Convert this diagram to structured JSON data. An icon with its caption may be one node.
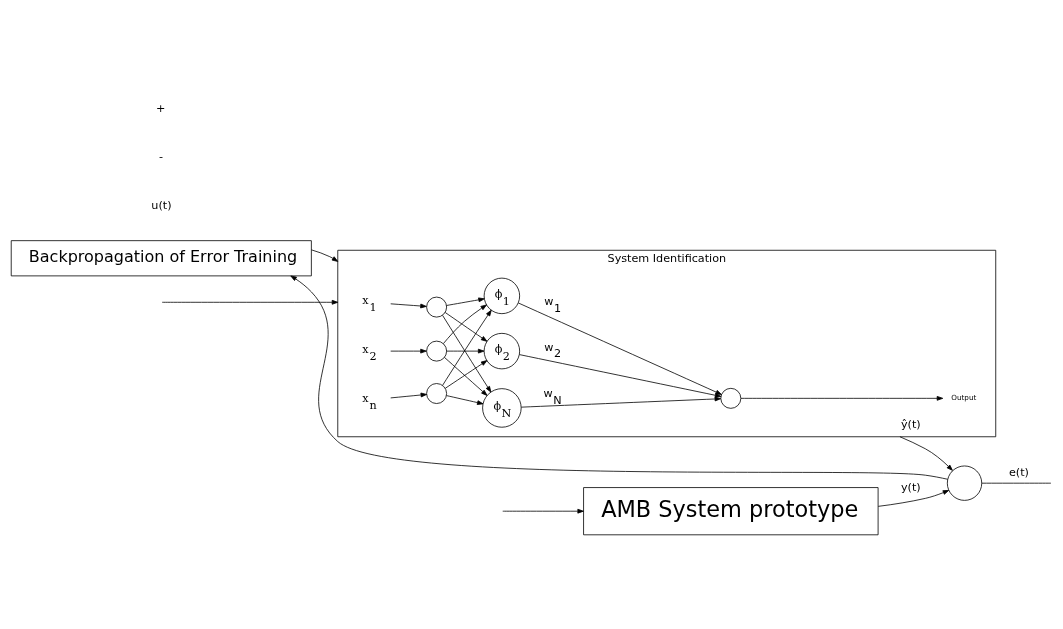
{
  "diagram": {
    "nodes": [
      {
        "text": [
          "Backpropagation of Error Training"
        ]
      },
      {
        "text": [
          "System Identification"
        ]
      },
      {
        "text": [
          "x$_{1}$"
        ],
        "in": 1
      },
      {
        "text": [
          "x$_{2}$"
        ],
        "in": 1
      },
      {
        "text": [
          "x$_{n}$"
        ],
        "in": 1
      },
      {
        "text": [],
        "shape": "circle",
        "in": 1
      },
      {
        "text": [],
        "shape": "circle",
        "in": 1
      },
      {
        "text": [],
        "shape": "circle",
        "in": 1
      },
      {
        "text": [
          "ϕ$_{1}$"
        ],
        "in": 1
      },
      {
        "text": [
          "ϕ$_{2}$"
        ],
        "in": 1
      },
      {
        "text": [
          "ϕ$_{N}$"
        ],
        "in": 1
      },
      {
        "text": [],
        "shape": "circle",
        "in": 1
      },
      {
        "text": [
          "Output"
        ],
        "in": 1
      },
      {
        "text": [
          "AMB System prototype"
        ]
      },
      {
        "text": [],
        "shape": "circle"
      }
    ],
    "edges": [
      {
        "from": 2,
        "to": 5,
        "arrow": "to"
      },
      {
        "from": 3,
        "to": 6,
        "arrow": "to"
      },
      {
        "from": 4,
        "to": 7,
        "arrow": "to"
      },
      {
        "from": 5,
        "to": 8,
        "arrow": "to"
      },
      {
        "from": 5,
        "to": 9,
        "arrow": "to"
      },
      {
        "from": 5,
        "to": 10,
        "arrow": "to"
      },
      {
        "from": 6,
        "to": 8,
        "arrow": "to"
      },
      {
        "from": 6,
        "to": 9,
        "arrow": "to"
      },
      {
        "from": 6,
        "to": 10,
        "arrow": "to"
      },
      {
        "from": 7,
        "to": 8,
        "arrow": "to"
      },
      {
        "from": 7,
        "to": 9,
        "arrow": "to"
      },
      {
        "from": 7,
        "to": 10,
        "arrow": "to"
      },
      {
        "from": 8,
        "to": 11,
        "arrow": "to",
        "label": "w$_{1}$"
      },
      {
        "from": 9,
        "to": 11,
        "arrow": "to",
        "label": "w$_{2}$"
      },
      {
        "from": 10,
        "to": 11,
        "arrow": "to",
        "label": "w$_{N}$"
      },
      {
        "from": 11,
        "to": 12,
        "arrow": "to"
      },
      {
        "from": null,
        "to": 1,
        "arrow": "to"
      },
      {
        "from": null,
        "to": 13,
        "arrow": "to"
      },
      {
        "from": 1,
        "to": 14,
        "arrow": "to",
        "label": "ŷ(t)"
      },
      {
        "from": 13,
        "to": 14,
        "arrow": "to",
        "label": "y(t)"
      },
      {
        "from": 14,
        "to": null,
        "arrow": "none",
        "label": "e(t)"
      },
      {
        "from": 14,
        "to": 0,
        "arrow": "to"
      },
      {
        "from": 0,
        "to": 1,
        "arrow": "to"
      }
    ],
    "labels": [
      "u(t)",
      "-",
      "+"
    ]
  }
}
